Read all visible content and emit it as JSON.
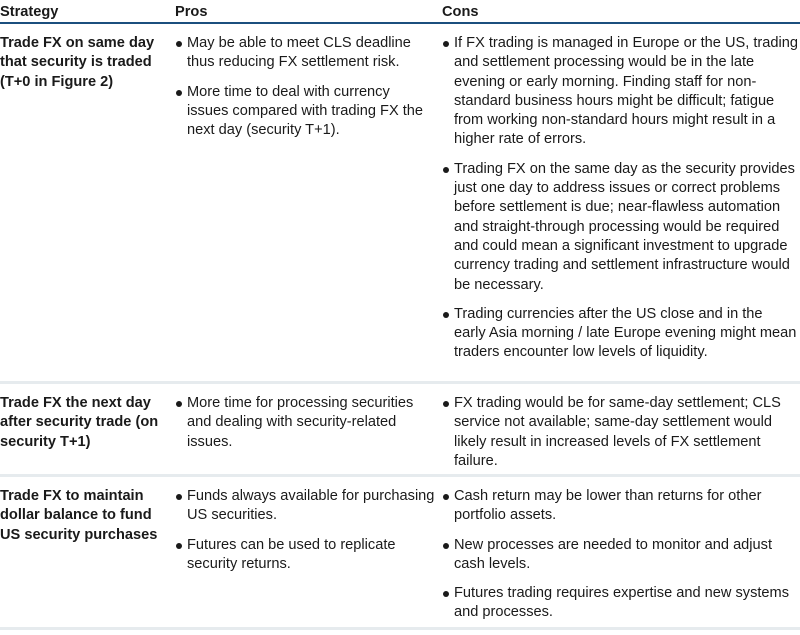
{
  "table": {
    "headers": {
      "strategy": "Strategy",
      "pros": "Pros",
      "cons": "Cons"
    },
    "rows": [
      {
        "strategy": "Trade FX on same day that security is traded (T+0 in Figure 2)",
        "pros": [
          "May be able to meet CLS deadline thus reducing FX settlement risk.",
          "More time to deal with currency issues compared with trading FX the next day (security T+1)."
        ],
        "cons": [
          "If FX trading is managed in Europe or the US, trading and settlement processing would be in the late evening or early morning. Finding staff for non-standard business hours might be difficult; fatigue from working non-standard hours might result in a higher rate of errors.",
          "Trading FX on the same day as the security provides just one day to address issues or correct problems before settlement is due; near-flawless automation and straight-through processing would be required and could mean a significant investment to upgrade currency trading and settlement infrastructure would be necessary.",
          "Trading currencies after the US close and in the early Asia morning / late Europe evening might mean traders encounter low levels of liquidity."
        ]
      },
      {
        "strategy": "Trade FX the next day after security trade (on security T+1)",
        "pros": [
          "More time for processing securities and dealing with security-related issues."
        ],
        "cons": [
          "FX trading would be for same-day settlement; CLS service not available; same-day settlement would likely result in increased levels of FX settlement failure."
        ]
      },
      {
        "strategy": "Trade FX to maintain dollar balance to fund US security purchases",
        "pros": [
          "Funds always available for purchasing US securities.",
          "Futures can be used to replicate security returns."
        ],
        "cons": [
          "Cash return may be lower than returns for other portfolio assets.",
          "New processes are needed to monitor and adjust cash levels.",
          "Futures trading requires expertise and new systems and processes."
        ]
      }
    ]
  },
  "colors": {
    "header_rule": "#1b4f7e",
    "row_divider": "#e6ebee",
    "text": "#1a1a1a"
  }
}
